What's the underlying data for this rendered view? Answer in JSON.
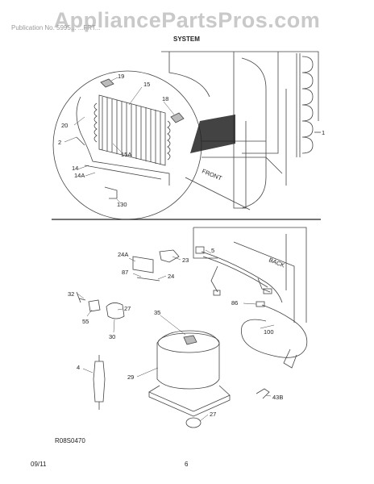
{
  "watermark": "AppliancePartsPros.com",
  "sheet_title": "Publication No. 5995...    ...FRT...",
  "section_title": "SYSTEM",
  "diagram_code": "R08S0470",
  "footer": {
    "date": "09/11",
    "page": "6"
  },
  "cabinet_labels": {
    "front": "FRONT",
    "back": "BACK"
  },
  "part_labels": {
    "p19": "19",
    "p15": "15",
    "p18": "18",
    "p20": "20",
    "p2": "2",
    "p15a": "15A",
    "p14": "14",
    "p14a": "14A",
    "p130": "130",
    "p1": "1",
    "p24a": "24A",
    "p23": "23",
    "p5": "5",
    "p87": "87",
    "p24": "24",
    "p32": "32",
    "p27a": "27",
    "p55": "55",
    "p30": "30",
    "p35": "35",
    "p86": "86",
    "p100": "100",
    "p4": "4",
    "p29": "29",
    "p43b": "43B",
    "p27b": "27"
  }
}
